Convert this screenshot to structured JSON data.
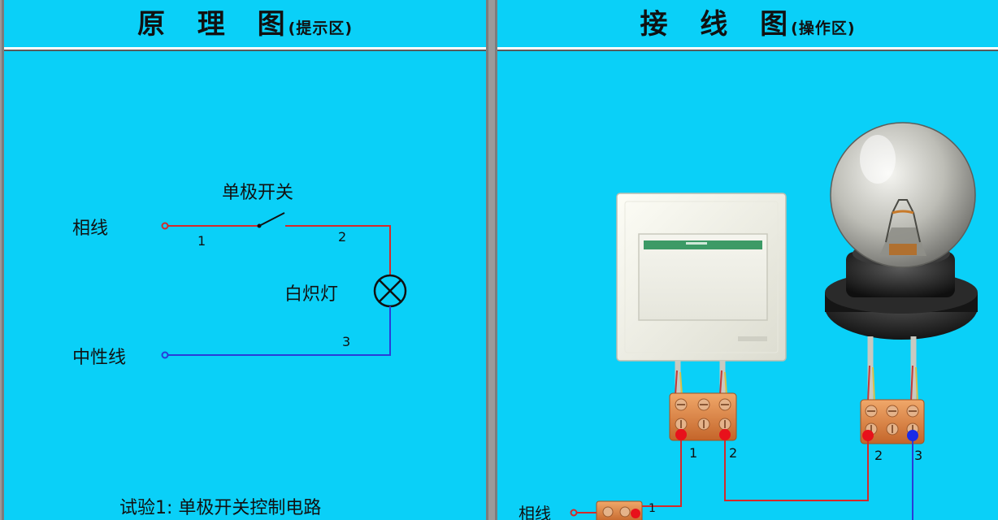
{
  "left_panel": {
    "title": "原 理 图",
    "subtitle": "(提示区)",
    "labels": {
      "phase_line": "相线",
      "neutral_line": "中性线",
      "switch": "单极开关",
      "lamp": "白炽灯",
      "terminal_1": "1",
      "terminal_2": "2",
      "terminal_3": "3"
    },
    "caption": "试验1:  单极开关控制电路"
  },
  "right_panel": {
    "title": "接 线 图",
    "subtitle": "(操作区)",
    "switch_terminal_1": "1",
    "switch_terminal_2": "2",
    "lamp_terminal_2": "2",
    "lamp_terminal_3": "3",
    "phase_label": "相线",
    "phase_terminal": "1"
  },
  "colors": {
    "background": "#0ad0f8",
    "phase_wire": "#d42a2a",
    "neutral_wire": "#2a3cd8",
    "header_rule": "#ffffff"
  }
}
